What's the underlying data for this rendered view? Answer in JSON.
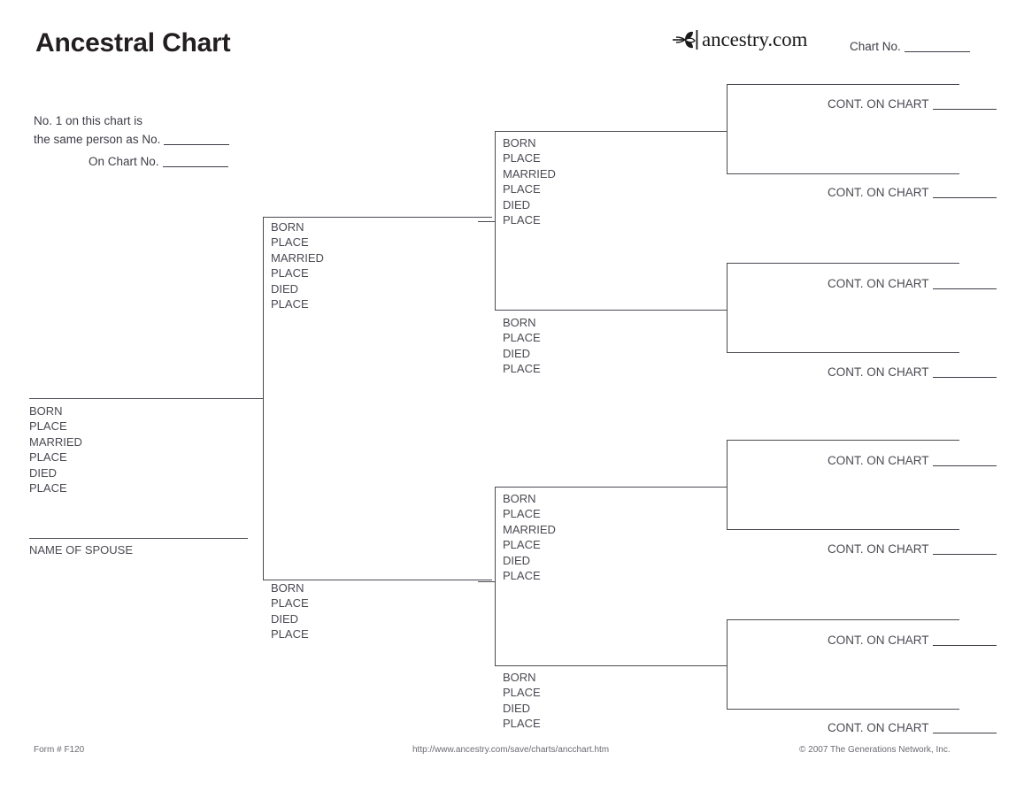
{
  "header": {
    "title": "Ancestral Chart",
    "brand_name": "ancestry.com",
    "brand_mark": "ancestry-leaf-logo",
    "chart_no_label": "Chart No."
  },
  "notes": {
    "same_person_line1": "No. 1 on this chart is",
    "same_person_line2": "the same person as No.",
    "on_chart_label": "On Chart No."
  },
  "fields": {
    "male": [
      "BORN",
      "PLACE",
      "MARRIED",
      "PLACE",
      "DIED",
      "PLACE"
    ],
    "female": [
      "BORN",
      "PLACE",
      "DIED",
      "PLACE"
    ]
  },
  "person1": {
    "fields": [
      "BORN",
      "PLACE",
      "MARRIED",
      "PLACE",
      "DIED",
      "PLACE"
    ],
    "spouse_caption": "NAME OF SPOUSE"
  },
  "generation2": [
    {
      "id": "person-2",
      "fields": [
        "BORN",
        "PLACE",
        "MARRIED",
        "PLACE",
        "DIED",
        "PLACE"
      ]
    },
    {
      "id": "person-3",
      "fields": [
        "BORN",
        "PLACE",
        "DIED",
        "PLACE"
      ]
    }
  ],
  "generation3": [
    {
      "id": "person-4",
      "fields": [
        "BORN",
        "PLACE",
        "MARRIED",
        "PLACE",
        "DIED",
        "PLACE"
      ]
    },
    {
      "id": "person-5",
      "fields": [
        "BORN",
        "PLACE",
        "DIED",
        "PLACE"
      ]
    },
    {
      "id": "person-6",
      "fields": [
        "BORN",
        "PLACE",
        "MARRIED",
        "PLACE",
        "DIED",
        "PLACE"
      ]
    },
    {
      "id": "person-7",
      "fields": [
        "BORN",
        "PLACE",
        "DIED",
        "PLACE"
      ]
    }
  ],
  "generation4": [
    {
      "id": "person-8",
      "label": "CONT. ON CHART"
    },
    {
      "id": "person-9",
      "label": "CONT. ON CHART"
    },
    {
      "id": "person-10",
      "label": "CONT. ON CHART"
    },
    {
      "id": "person-11",
      "label": "CONT. ON CHART"
    },
    {
      "id": "person-12",
      "label": "CONT. ON CHART"
    },
    {
      "id": "person-13",
      "label": "CONT. ON CHART"
    },
    {
      "id": "person-14",
      "label": "CONT. ON CHART"
    },
    {
      "id": "person-15",
      "label": "CONT. ON CHART"
    }
  ],
  "footer": {
    "form_number": "Form # F120",
    "url": "http://www.ancestry.com/save/charts/ancchart.htm",
    "copyright": "© 2007 The Generations Network, Inc."
  },
  "colors": {
    "ink": "#3c3c46",
    "rule": "#4a4a52",
    "title": "#231f20",
    "footer": "#6b6b73",
    "page": "#ffffff"
  }
}
